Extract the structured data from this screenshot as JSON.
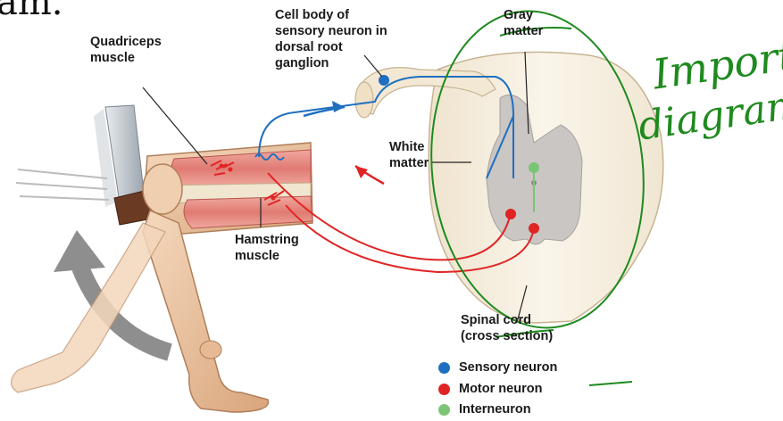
{
  "top_partial_text": "am.",
  "labels": {
    "cell_body": "Cell body of\nsensory neuron in\ndorsal root\nganglion",
    "quadriceps": "Quadriceps\nmuscle",
    "gray_matter": "Gray\nmatter",
    "white_matter": "White\nmatter",
    "hamstring": "Hamstring\nmuscle",
    "spinal_cord": "Spinal cord\n(cross section)"
  },
  "legend": [
    {
      "label": "Sensory neuron",
      "color": "#1f6fc0"
    },
    {
      "label": "Motor neuron",
      "color": "#e02424"
    },
    {
      "label": "Interneuron",
      "color": "#7cc576"
    }
  ],
  "handwritten_note": {
    "line1": "Important",
    "line2": "diagram!",
    "ink_color": "#1e8a1e"
  },
  "colors": {
    "sensory": "#1f6fc0",
    "motor": "#e02424",
    "interneuron": "#7cc576",
    "skin": "#efc9a6",
    "muscle": "#e3867e",
    "white_matter": "#f6efe0",
    "gray_matter": "#c9c6c3"
  }
}
